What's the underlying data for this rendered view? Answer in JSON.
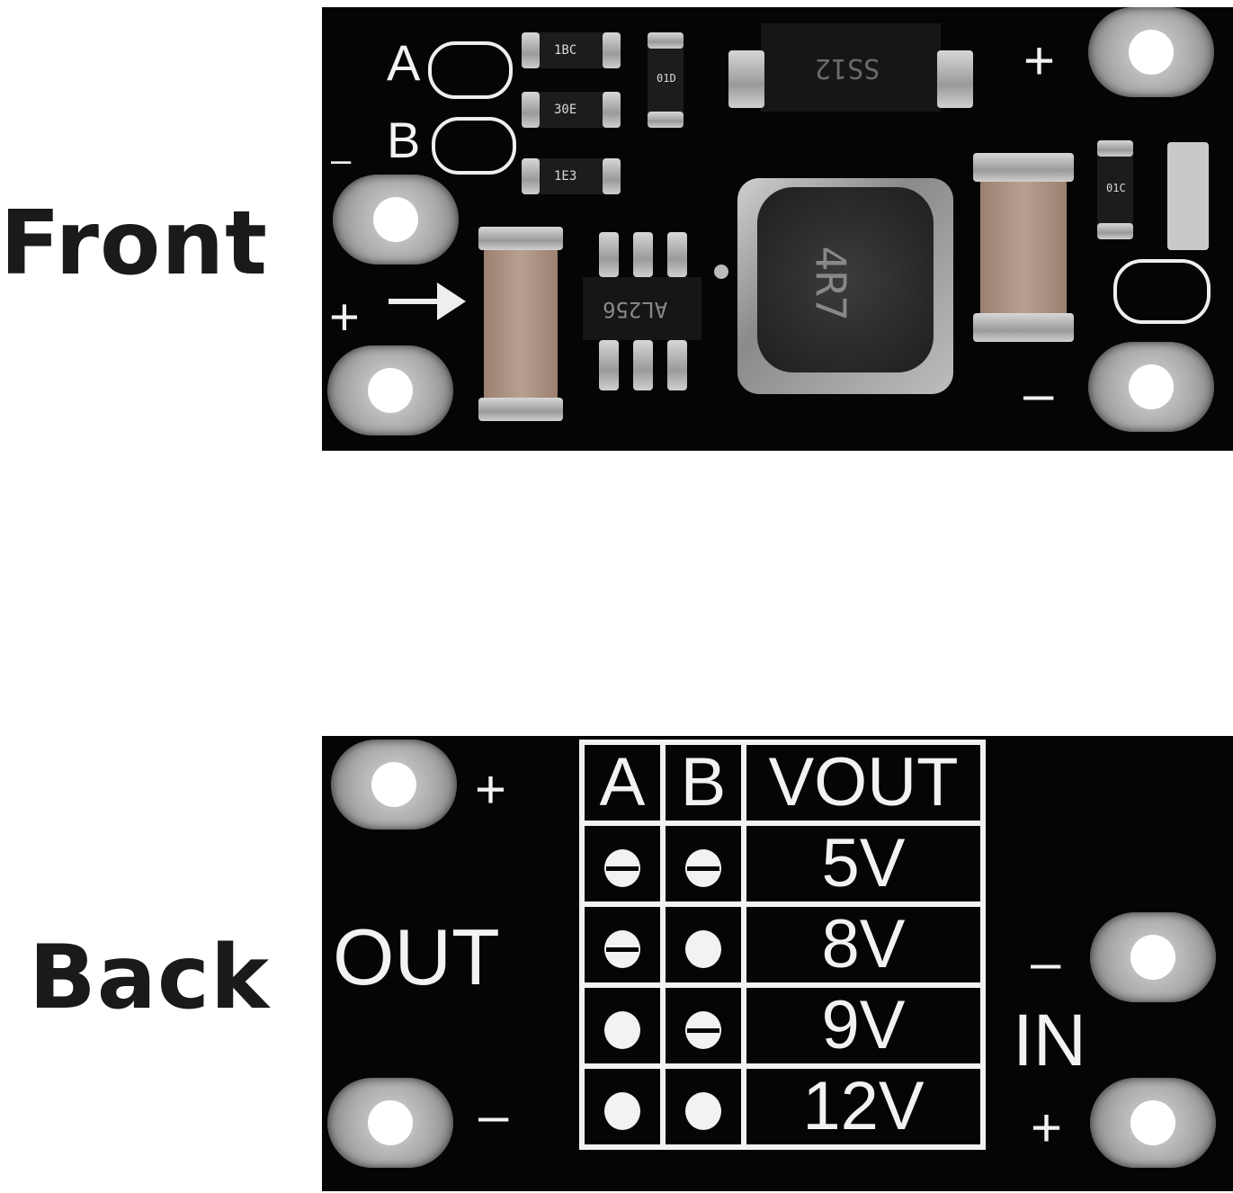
{
  "labels": {
    "front": "Front",
    "back": "Back"
  },
  "front": {
    "silkscreen": {
      "a": "A",
      "b": "B",
      "minus": "–",
      "plus": "+",
      "right_plus": "+",
      "right_minus": "–"
    },
    "components": {
      "r1": "1BC",
      "r2": "30E",
      "r3": "1E3",
      "r4": "01D",
      "r5": "01C",
      "diode": "SS12",
      "ic": "AL256",
      "inductor": "4R7"
    }
  },
  "back": {
    "headers": {
      "a": "A",
      "b": "B",
      "vout": "VOUT"
    },
    "rows": [
      {
        "vout": "5V",
        "a": "open",
        "b": "open"
      },
      {
        "vout": "8V",
        "a": "open",
        "b": "bridged"
      },
      {
        "vout": "9V",
        "a": "bridged",
        "b": "open"
      },
      {
        "vout": "12V",
        "a": "bridged",
        "b": "bridged"
      }
    ],
    "silkscreen": {
      "out": "OUT",
      "in": "IN",
      "out_plus": "+",
      "out_minus": "–",
      "in_minus": "–",
      "in_plus": "+"
    }
  }
}
